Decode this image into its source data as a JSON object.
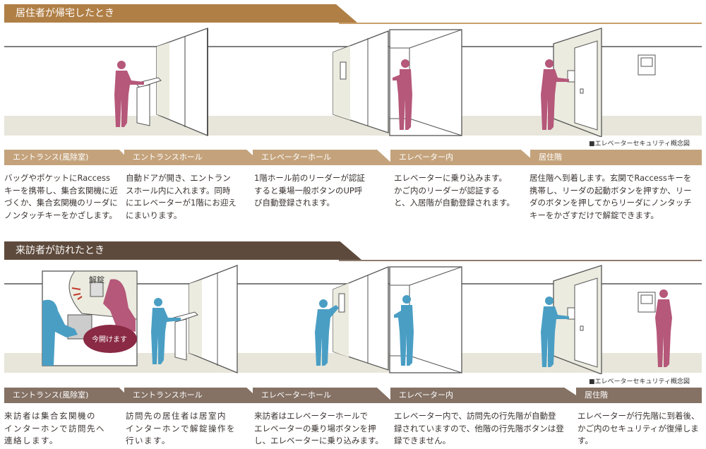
{
  "sections": [
    {
      "title": "居住者が帰宅したとき",
      "color": "#b07f45",
      "figure_colors": {
        "person": "#b5587a"
      },
      "note": "■エレベーターセキュリティ概念図",
      "steps": [
        {
          "label": "エントランス(風除室)",
          "desc": [
            "バッグやポケットにRaccess",
            "キーを携帯し、集合玄関機に近",
            "づくか、集合玄関機のリーダに",
            "ノンタッチキーをかざします。"
          ]
        },
        {
          "label": "エントランスホール",
          "desc": [
            "自動ドアが開き、エントラン",
            "スホール内に入れます。同時",
            "にエレベーターが1階にお迎え",
            "にまいります。"
          ]
        },
        {
          "label": "エレベーターホール",
          "desc": [
            "1階ホール前のリーダーが認証",
            "すると乗場一般ボタンのUP呼",
            "び自動登録されます。"
          ]
        },
        {
          "label": "エレベーター内",
          "desc": [
            "エレベーターに乗り込みます。",
            "かご内のリーダーが認証する",
            "と、入居階が自動登録されます。"
          ]
        },
        {
          "label": "居住階",
          "desc": [
            "居住階へ到着します。玄関でRaccessキーを",
            "携帯し、リーダの起動ボタンを押すか、リー",
            "ダのボタンを押してからリーダにノンタッチ",
            "キーをかざすだけで解錠できます。"
          ]
        }
      ]
    },
    {
      "title": "来訪者が訪れたとき",
      "color": "#5e4a3c",
      "figure_colors": {
        "visitor": "#4a9ec4",
        "resident": "#b5587a",
        "bubble": "#8a2a45"
      },
      "inset": {
        "unlock_label": "解錠",
        "speech": "今開けます"
      },
      "note": "■エレベーターセキュリティ概念図",
      "steps": [
        {
          "label": "エントランス(風除室)",
          "desc": [
            "来訪者は集合玄関機の",
            "インターホンで訪問先へ",
            "連絡します。"
          ]
        },
        {
          "label": "エントランスホール",
          "desc": [
            "訪問先の居住者は居室内",
            "インターホンで解錠操作を",
            "行います。"
          ]
        },
        {
          "label": "エレベーターホール",
          "desc": [
            "来訪者はエレベーターホールで",
            "エレベーターの乗り場ボタンを押",
            "し、エレベーターに乗り込みます。"
          ]
        },
        {
          "label": "エレベーター内",
          "desc": [
            "エレベーター内で、訪問先の行先階が自動登",
            "録されていますので、他階の行先階ボタンは登",
            "録できません。"
          ]
        },
        {
          "label": "居住階",
          "desc": [
            "エレベーターが行先階に到着後、",
            "かご内のセキュリティが復帰します。"
          ]
        }
      ]
    }
  ]
}
